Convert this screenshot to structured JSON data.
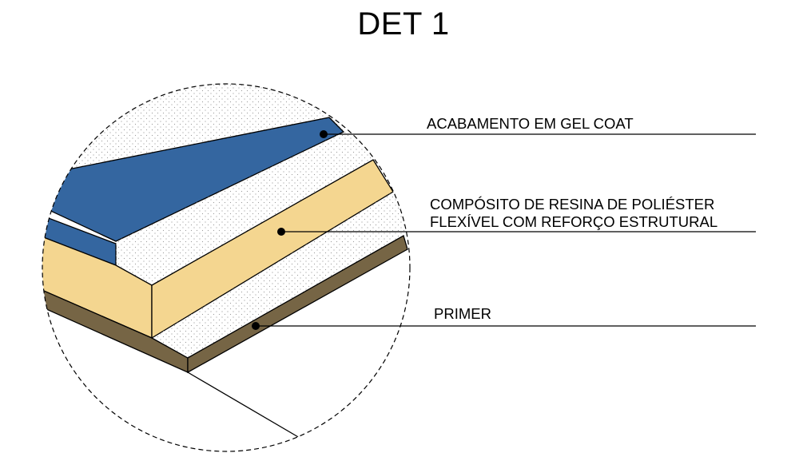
{
  "title": "DET 1",
  "layers": [
    {
      "id": "gel-coat",
      "label_lines": [
        "ACABAMENTO EM GEL COAT"
      ],
      "color": "#3466a0"
    },
    {
      "id": "composite",
      "label_lines": [
        "COMPÓSITO DE RESINA DE POLIÉSTER",
        "FLEXÍVEL COM REFORÇO ESTRUTURAL"
      ],
      "color": "#f4d690"
    },
    {
      "id": "primer",
      "label_lines": [
        "PRIMER"
      ],
      "color": "#766545"
    }
  ]
}
